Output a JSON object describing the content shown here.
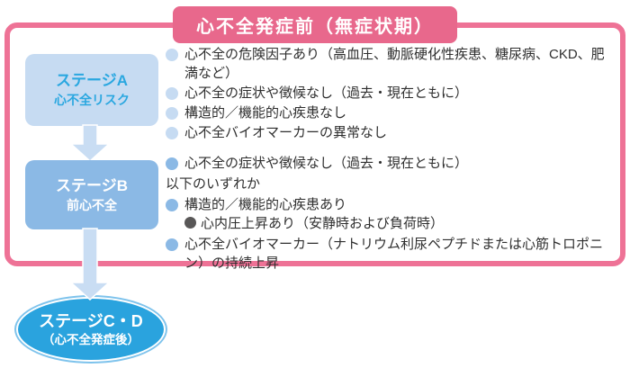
{
  "colors": {
    "frame_pink": "#ee7296",
    "banner_pink": "#e8688c",
    "stage_a_fill": "#c6dbf2",
    "stage_a_text": "#2aa7e0",
    "stage_b_fill": "#8bb9e5",
    "stage_cd_fill": "#2aa3de",
    "inline_bullet_gray": "#595757",
    "body_text": "#2f2f2f",
    "arrow_fill": "#c9ddf3"
  },
  "banner": {
    "title": "心不全発症前（無症状期）"
  },
  "stage_a": {
    "title": "ステージA",
    "subtitle": "心不全リスク",
    "items": [
      "心不全の危険因子あり（高血圧、動脈硬化性疾患、糖尿病、CKD、肥満など）",
      "心不全の症状や徴候なし（過去・現在ともに）",
      "構造的／機能的心疾患なし",
      "心不全バイオマーカーの異常なし"
    ]
  },
  "stage_b": {
    "title": "ステージB",
    "subtitle": "前心不全",
    "item_no_sign": "心不全の症状や徴候なし（過去・現在ともに）",
    "intro": "以下のいずれか",
    "item_structural": "構造的／機能的心疾患あり",
    "item_pressure": "心内圧上昇あり（安静時および負荷時）",
    "item_biomarker": "心不全バイオマーカー（ナトリウム利尿ペプチドまたは心筋トロポニン）の持続上昇"
  },
  "stage_cd": {
    "title": "ステージC・D",
    "subtitle": "（心不全発症後）"
  }
}
